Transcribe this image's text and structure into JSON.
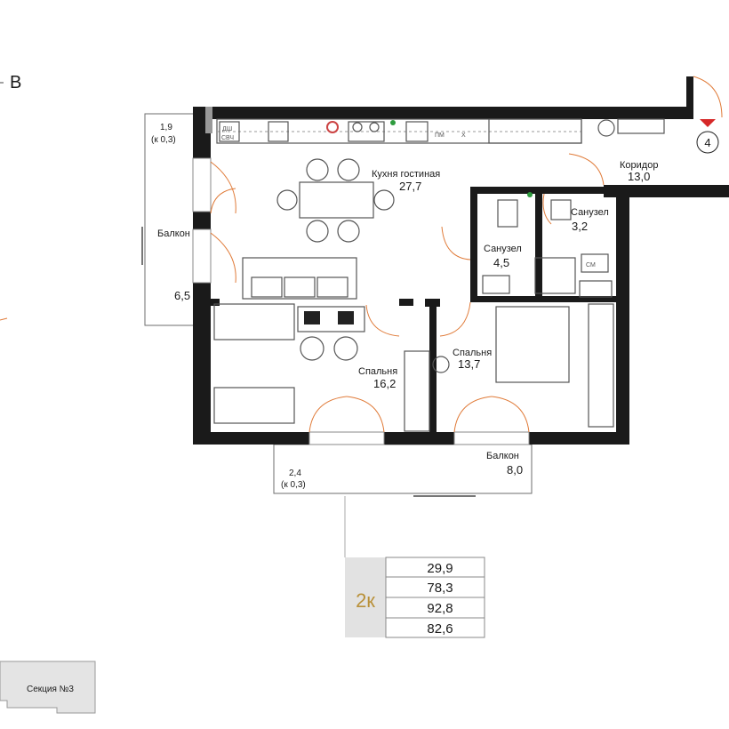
{
  "compass": {
    "letter": "B"
  },
  "entrance": {
    "number": "4"
  },
  "rooms": [
    {
      "id": "kitchen",
      "name": "Кухня гостиная",
      "area": "27,7"
    },
    {
      "id": "corridor",
      "name": "Коридор",
      "area": "13,0"
    },
    {
      "id": "bath1",
      "name": "Санузел",
      "area": "4,5"
    },
    {
      "id": "bath2",
      "name": "Санузел",
      "area": "3,2"
    },
    {
      "id": "bed1",
      "name": "Спальня",
      "area": "16,2"
    },
    {
      "id": "bed2",
      "name": "Спальня",
      "area": "13,7"
    }
  ],
  "balconies": [
    {
      "id": "left",
      "name": "Балкон",
      "area": "6,5",
      "top_area": "1,9",
      "top_note": "(к 0,3)"
    },
    {
      "id": "bottom-left",
      "area": "2,4",
      "note": "(к 0,3)"
    },
    {
      "id": "bottom-right",
      "name": "Балкон",
      "area": "8,0"
    }
  ],
  "appliances": {
    "dishwasher": "ДШ",
    "microwave": "СВЧ",
    "washer": "СМ",
    "pm": "ПМ"
  },
  "summary": {
    "type": "2к",
    "values": [
      "29,9",
      "78,3",
      "92,8",
      "82,6"
    ]
  },
  "section": {
    "label": "Секция №3"
  }
}
